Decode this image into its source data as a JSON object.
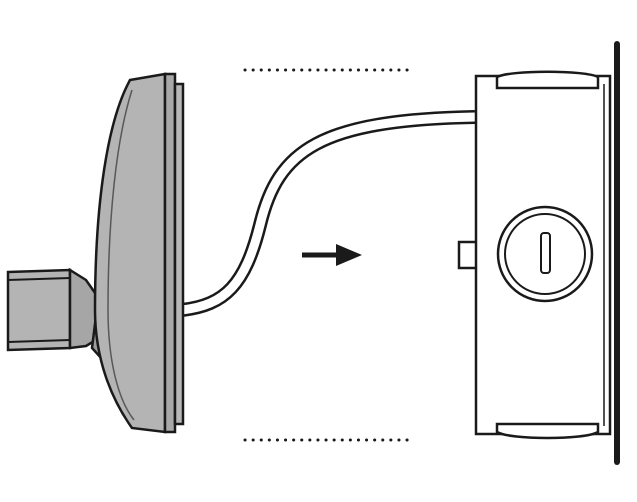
{
  "diagram": {
    "kind": "installation-illustration",
    "direction": "left-to-right",
    "components": [
      {
        "id": "hood-assembly",
        "icon": "hood-with-connector-icon"
      },
      {
        "id": "cable",
        "icon": "cable-icon"
      },
      {
        "id": "wall-box",
        "icon": "junction-box-icon"
      },
      {
        "id": "key-lock",
        "icon": "key-lock-icon"
      },
      {
        "id": "wall",
        "icon": "wall-line-icon"
      }
    ],
    "colors": {
      "stroke": "#1a1a1a",
      "hood_fill": "#b4b4b4",
      "hood_dark": "#9d9d9d",
      "box_fill": "#ffffff",
      "background": "#ffffff"
    }
  }
}
